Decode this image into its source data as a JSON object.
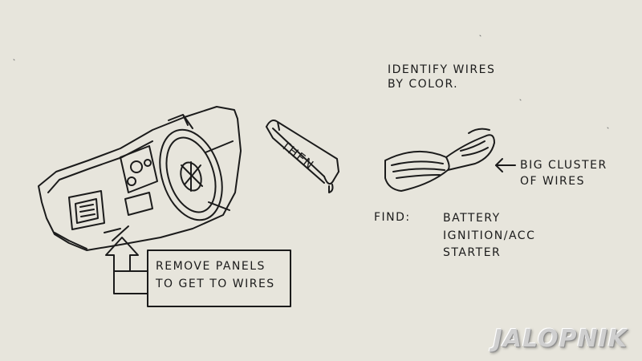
{
  "notes": {
    "identify_line1": "IDENTIFY WIRES",
    "identify_line2": "BY COLOR.",
    "then": "THEN",
    "cluster_line1": "BIG CLUSTER",
    "cluster_line2": "OF WIRES",
    "find_label": "FIND:",
    "find_items": [
      "BATTERY",
      "IGNITION/ACC",
      "STARTER"
    ],
    "remove_line1": "REMOVE PANELS",
    "remove_line2": "TO GET TO WIRES"
  },
  "watermark": "JALOPNIK",
  "colors": {
    "paper": "#e7e5dc",
    "ink": "#1b1b1b"
  }
}
